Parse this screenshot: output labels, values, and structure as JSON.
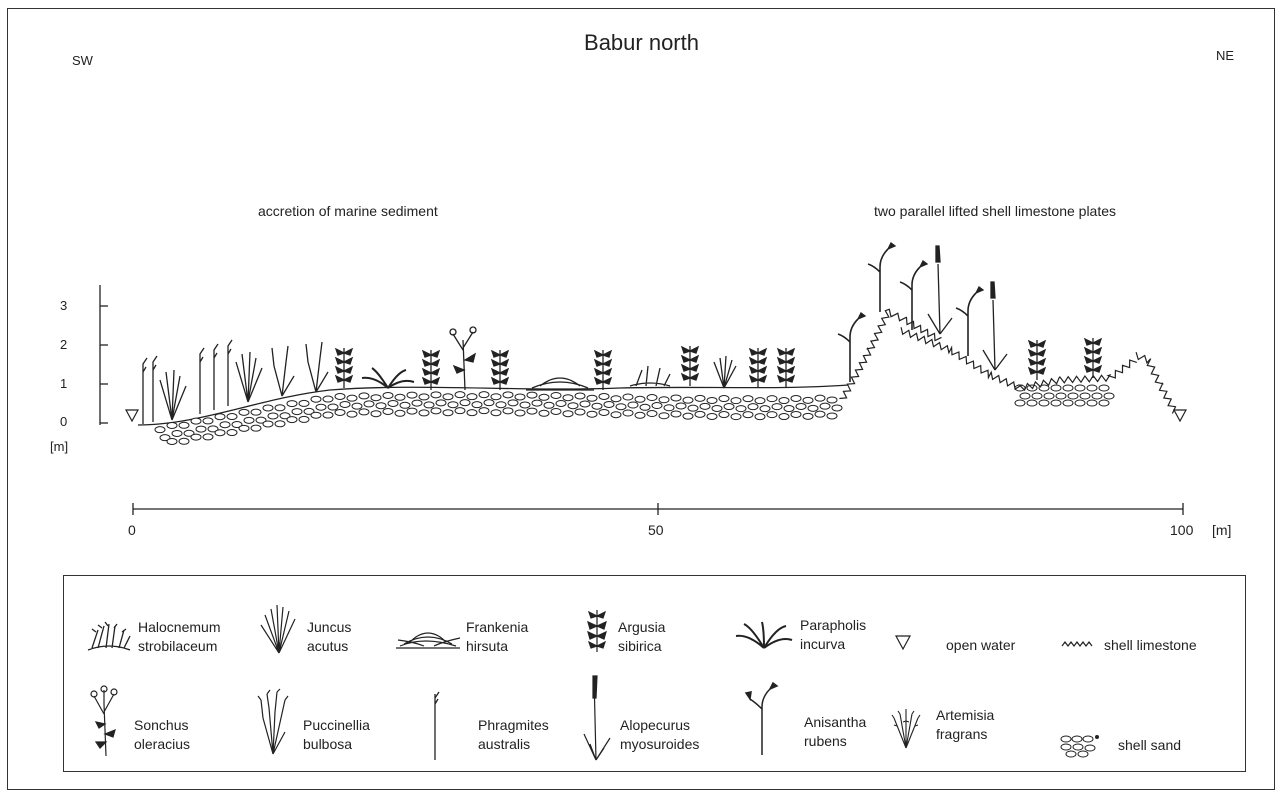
{
  "title": "Babur north",
  "orientation": {
    "left": "SW",
    "right": "NE"
  },
  "annotations": {
    "left": "accretion of marine sediment",
    "right": "two parallel lifted shell limestone plates"
  },
  "y_axis": {
    "ticks": [
      "3",
      "2",
      "1",
      "0"
    ],
    "unit": "[m]"
  },
  "x_axis": {
    "ticks": [
      "0",
      "50",
      "100"
    ],
    "unit": "[m]"
  },
  "legend": [
    {
      "line1": "Halocnemum",
      "line2": "strobilaceum",
      "icon": "shrub-icon"
    },
    {
      "line1": "Juncus",
      "line2": "acutus",
      "icon": "rush-icon"
    },
    {
      "line1": "Frankenia",
      "line2": "hirsuta",
      "icon": "mat-icon"
    },
    {
      "line1": "Argusia",
      "line2": "sibirica",
      "icon": "leafy-stem-icon"
    },
    {
      "line1": "Parapholis",
      "line2": "incurva",
      "icon": "grass-tuft-icon"
    },
    {
      "line1": "open water",
      "line2": "",
      "icon": "triangle-icon"
    },
    {
      "line1": "shell limestone",
      "line2": "",
      "icon": "zigzag-icon"
    },
    {
      "line1": "Sonchus",
      "line2": "oleracius",
      "icon": "branched-herb-icon"
    },
    {
      "line1": "Puccinellia",
      "line2": "bulbosa",
      "icon": "bunchgrass-icon"
    },
    {
      "line1": "Phragmites",
      "line2": "australis",
      "icon": "reed-icon"
    },
    {
      "line1": "Alopecurus",
      "line2": "myosuroides",
      "icon": "spike-grass-icon"
    },
    {
      "line1": "Anisantha",
      "line2": "rubens",
      "icon": "brome-icon"
    },
    {
      "line1": "Artemisia",
      "line2": "fragrans",
      "icon": "small-shrub-icon"
    },
    {
      "line1": "shell sand",
      "line2": "",
      "icon": "pebbles-icon"
    }
  ]
}
